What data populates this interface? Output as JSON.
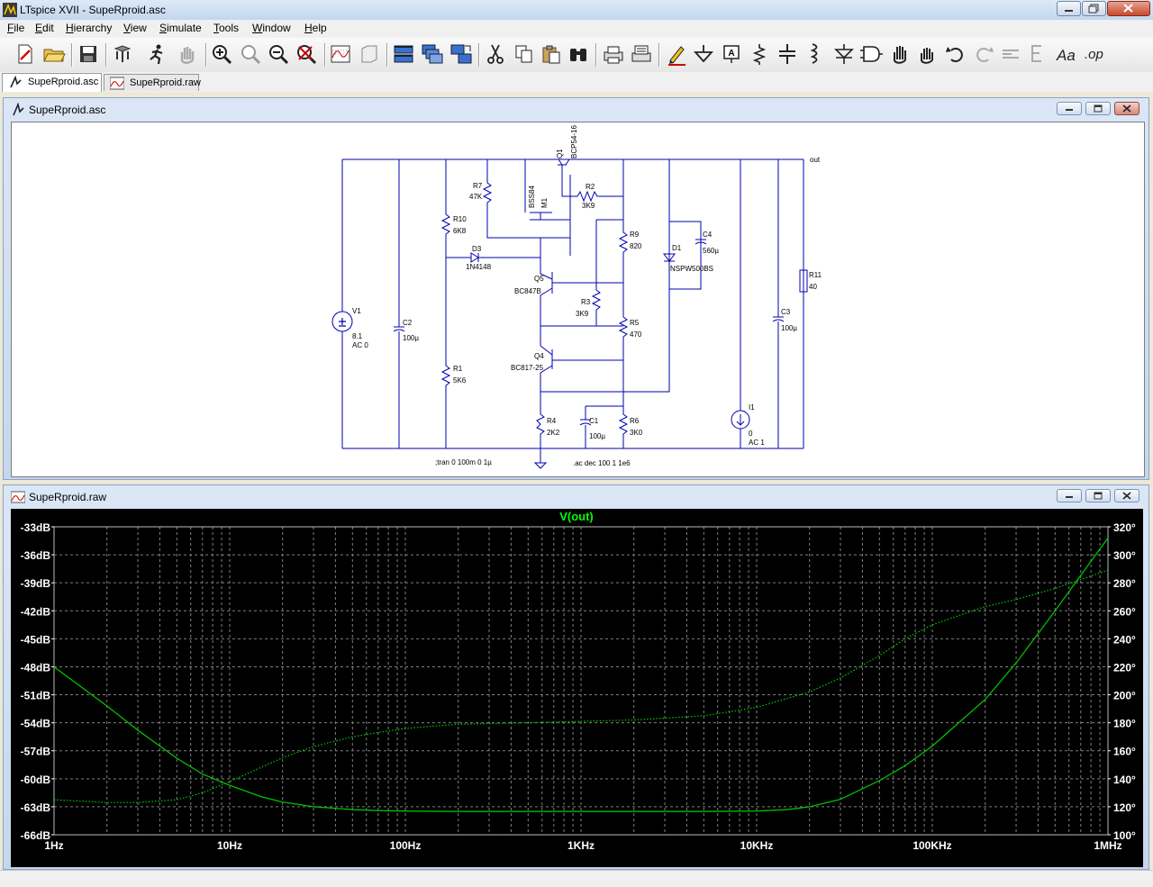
{
  "window": {
    "title": "LTspice XVII - SupeRproid.asc"
  },
  "menu": [
    {
      "label": "File",
      "key": "F",
      "rest": "ile"
    },
    {
      "label": "Edit",
      "key": "E",
      "rest": "dit"
    },
    {
      "label": "Hierarchy",
      "key": "H",
      "rest": "ierarchy"
    },
    {
      "label": "View",
      "key": "V",
      "rest": "iew"
    },
    {
      "label": "Simulate",
      "key": "S",
      "rest": "imulate"
    },
    {
      "label": "Tools",
      "key": "T",
      "rest": "ools"
    },
    {
      "label": "Window",
      "key": "W",
      "rest": "indow"
    },
    {
      "label": "Help",
      "key": "H",
      "rest": "elp"
    }
  ],
  "tabs": [
    {
      "label": "SupeRproid.asc",
      "active": true
    },
    {
      "label": "SupeRproid.raw",
      "active": false
    }
  ],
  "schematic": {
    "title": "SupeRproid.asc",
    "labels": {
      "q1": "Q1",
      "q1_part": "BCP54-16",
      "r7": "R7",
      "r7_val": "47K",
      "m1_part": "BSS84",
      "m1": "M1",
      "r2": "R2",
      "r2_val": "3K9",
      "r10": "R10",
      "r10_val": "6K8",
      "d3": "D3",
      "d3_part": "1N4148",
      "r9": "R9",
      "r9_val": "820",
      "d1": "D1",
      "d1_part": "NSPW500BS",
      "c4": "C4",
      "c4_val": "560µ",
      "q5": "Q5",
      "q5_part": "BC847B",
      "r3": "R3",
      "r3_val": "3K9",
      "r5": "R5",
      "r5_val": "470",
      "v1": "V1",
      "v1_val": "8.1",
      "v1_ac": "AC 0",
      "c2": "C2",
      "c2_val": "100µ",
      "q4": "Q4",
      "q4_part": "BC817-25",
      "r1": "R1",
      "r1_val": "5K6",
      "r4": "R4",
      "r4_val": "2K2",
      "c1": "C1",
      "c1_val": "100µ",
      "r6": "R6",
      "r6_val": "3K0",
      "i1": "I1",
      "i1_val": "0",
      "i1_ac": "AC 1",
      "c3": "C3",
      "c3_val": "100µ",
      "r11": "R11",
      "r11_val": "40",
      "out": "out",
      "tran": ";tran 0 100m 0 1µ",
      "ac": ".ac dec 100 1 1e6"
    }
  },
  "plot": {
    "title": "SupeRproid.raw",
    "chart_data": {
      "type": "line",
      "title": "V(out)",
      "x_scale": "log",
      "xlim": [
        1,
        1000000
      ],
      "x_ticks": [
        "1Hz",
        "10Hz",
        "100Hz",
        "1KHz",
        "10KHz",
        "100KHz",
        "1MHz"
      ],
      "y_left_ticks": [
        "-33dB",
        "-36dB",
        "-39dB",
        "-42dB",
        "-45dB",
        "-48dB",
        "-51dB",
        "-54dB",
        "-57dB",
        "-60dB",
        "-63dB",
        "-66dB"
      ],
      "y_left_lim": [
        -66,
        -33
      ],
      "y_right_ticks": [
        "320°",
        "300°",
        "280°",
        "260°",
        "240°",
        "220°",
        "200°",
        "180°",
        "160°",
        "140°",
        "120°",
        "100°"
      ],
      "y_right_lim": [
        100,
        320
      ],
      "grid": true,
      "colors": {
        "trace": "#00cc00",
        "title": "#00ff00",
        "background": "#000000",
        "grid": "#808080"
      },
      "series": [
        {
          "kind": "magnitude_dB",
          "style": "solid",
          "x": [
            1,
            2,
            3,
            5,
            7,
            10,
            15,
            20,
            30,
            50,
            70,
            100,
            200,
            500,
            1000,
            2000,
            5000,
            10000,
            15000,
            20000,
            30000,
            50000,
            70000,
            100000,
            200000,
            300000,
            500000,
            700000,
            1000000
          ],
          "y": [
            -48,
            -52.2,
            -54.8,
            -57.8,
            -59.5,
            -60.7,
            -61.9,
            -62.5,
            -63,
            -63.3,
            -63.4,
            -63.45,
            -63.5,
            -63.5,
            -63.5,
            -63.5,
            -63.5,
            -63.45,
            -63.3,
            -63.0,
            -62.2,
            -60.2,
            -58.6,
            -56.5,
            -51.5,
            -47.6,
            -42.0,
            -38.2,
            -34.2
          ]
        },
        {
          "kind": "phase_deg",
          "style": "dotted",
          "x": [
            1,
            2,
            3,
            5,
            7,
            10,
            15,
            20,
            30,
            50,
            70,
            100,
            200,
            500,
            1000,
            2000,
            5000,
            10000,
            20000,
            30000,
            50000,
            70000,
            100000,
            200000,
            300000,
            500000,
            1000000
          ],
          "y": [
            125,
            123,
            123,
            125,
            130,
            138,
            148,
            155,
            163,
            170,
            173,
            176,
            179,
            180,
            181,
            182,
            185,
            191,
            202,
            212,
            228,
            240,
            250,
            263,
            268,
            276,
            289
          ]
        }
      ]
    }
  }
}
